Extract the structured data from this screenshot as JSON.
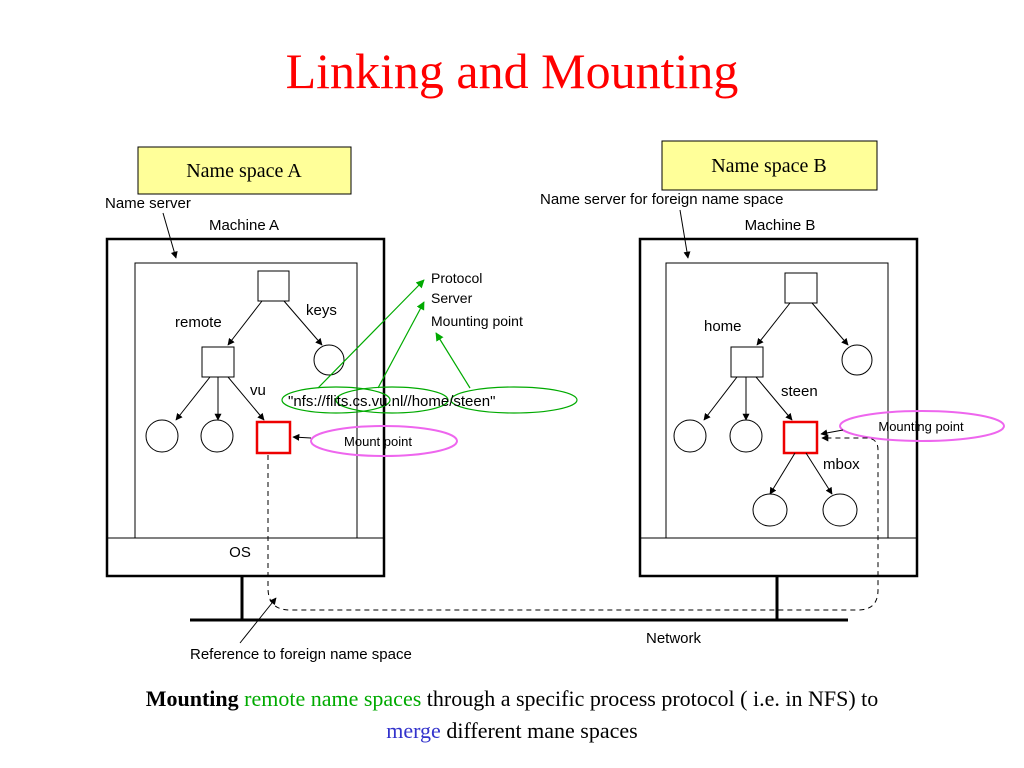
{
  "slide": {
    "title": "Linking and Mounting"
  },
  "diagram": {
    "namespace_a": "Name space A",
    "namespace_b": "Name space B",
    "name_server_a": "Name server",
    "name_server_b": "Name server for foreign name space",
    "machine_a": "Machine A",
    "machine_b": "Machine B",
    "os": "OS",
    "network": "Network",
    "reference": "Reference to foreign name space",
    "node_remote": "remote",
    "node_keys": "keys",
    "node_vu": "vu",
    "node_home": "home",
    "node_steen": "steen",
    "node_mbox": "mbox",
    "url": "\"nfs://flits.cs.vu.nl//home/steen\"",
    "callout_protocol": "Protocol",
    "callout_server": "Server",
    "callout_mounting_point": "Mounting point",
    "mount_point_a": "Mount point",
    "mounting_point_b": "Mounting point"
  },
  "caption": {
    "mounting": "Mounting",
    "remote_name_spaces": "remote name spaces",
    "rest_line1": "through a specific process protocol ( i.e. in NFS) to",
    "merge": "merge",
    "rest_line2": "different mane spaces"
  },
  "colors": {
    "title": "#ff0000",
    "namespace_box_fill": "#ffff99",
    "mount_square": "#ee0000",
    "callout_arrows": "#00aa00",
    "callout_ellipse": "#ee66ee",
    "caption_green": "#00aa00",
    "caption_blue": "#3333cc"
  }
}
